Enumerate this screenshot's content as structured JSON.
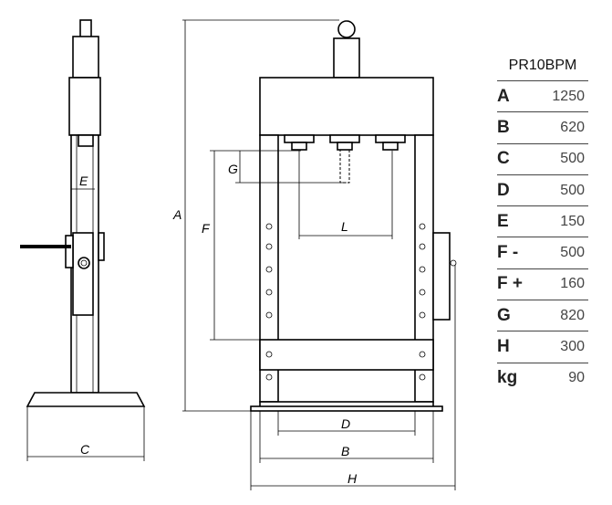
{
  "diagram": {
    "labels": {
      "A": "A",
      "B": "B",
      "C": "C",
      "D": "D",
      "E": "E",
      "F": "F",
      "G": "G",
      "H": "H",
      "L": "L"
    }
  },
  "spec_table": {
    "model": "PR10BPM",
    "rows": [
      {
        "key": "A",
        "value": "1250"
      },
      {
        "key": "B",
        "value": "620"
      },
      {
        "key": "C",
        "value": "500"
      },
      {
        "key": "D",
        "value": "500"
      },
      {
        "key": "E",
        "value": "150"
      },
      {
        "key": "F -",
        "value": "500"
      },
      {
        "key": "F +",
        "value": "160"
      },
      {
        "key": "G",
        "value": "820"
      },
      {
        "key": "H",
        "value": "300"
      },
      {
        "key": "kg",
        "value": "90"
      }
    ]
  }
}
